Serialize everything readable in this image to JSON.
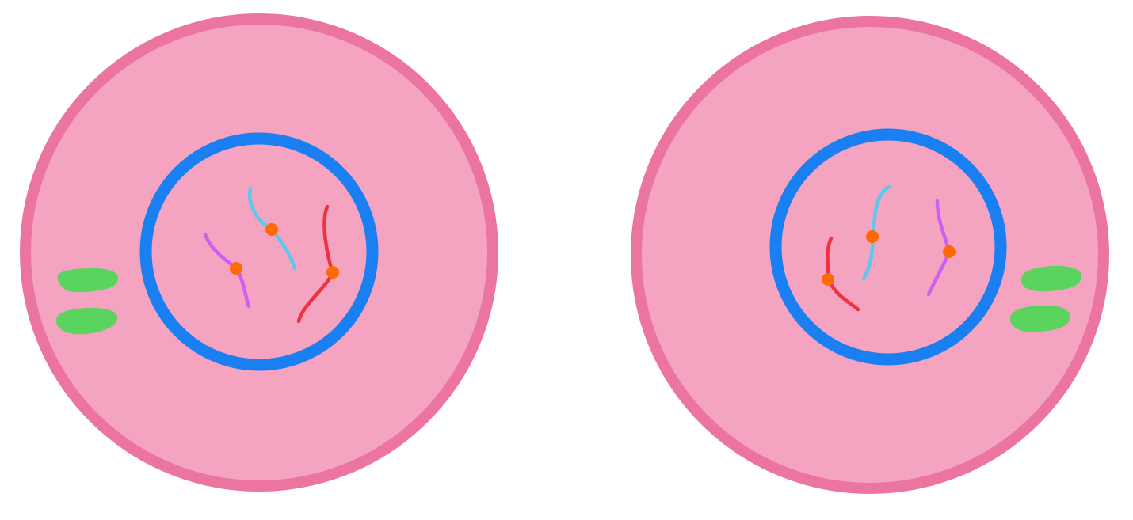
{
  "colors": {
    "background": "#ffffff",
    "cell_fill": "#f4a4c1",
    "cell_membrane": "#ec74a0",
    "nuclear_envelope": "#1a7ff0",
    "centrioles": "#5ad35f",
    "centromere": "#ff6a00",
    "chromosome_magenta": "#d05ef0",
    "chromosome_cyan": "#5cc8ec",
    "chromosome_red": "#f03240"
  },
  "cells": [
    {
      "name": "cell-left",
      "centriole_side": "left",
      "chromosomes": [
        "chromosome_magenta",
        "chromosome_cyan",
        "chromosome_red"
      ]
    },
    {
      "name": "cell-right",
      "centriole_side": "right",
      "chromosomes": [
        "chromosome_red",
        "chromosome_cyan",
        "chromosome_magenta"
      ]
    }
  ]
}
